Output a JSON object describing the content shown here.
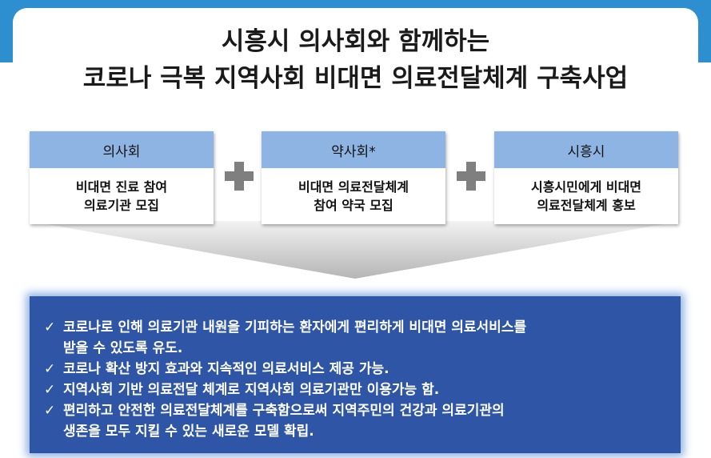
{
  "title": {
    "line1": "시흥시 의사회와 함께하는",
    "line2": "코로나 극복 지역사회 비대면 의료전달체계 구축사업"
  },
  "boxes": [
    {
      "header": "의사회",
      "body_lines": [
        "비대면 진료 참여",
        "의료기관 모집"
      ]
    },
    {
      "header": "약사회*",
      "body_lines": [
        "비대면 의료전달체계",
        "참여 약국 모집"
      ]
    },
    {
      "header": "시흥시",
      "body_lines": [
        "시흥시민에게 비대면",
        "의료전달체계 홍보"
      ]
    }
  ],
  "checkmark": "✓",
  "bullets": [
    {
      "lines": [
        "코로나로 인해 의료기관 내원을 기피하는 환자에게 편리하게 비대면 의료서비스를",
        "받을 수 있도록 유도."
      ]
    },
    {
      "lines": [
        "코로나 확산 방지 효과와 지속적인 의료서비스 제공 가능."
      ]
    },
    {
      "lines": [
        "지역사회 기반 의료전달 체계로 지역사회 의료기관만 이용가능 함."
      ]
    },
    {
      "lines": [
        "편리하고 안전한 의료전달체계를 구축함으로써 지역주민의 건강과 의료기관의",
        "생존을 모두 지킬 수 있는 새로운 모델 확립."
      ]
    }
  ],
  "colors": {
    "top_bar": "#2e8fd0",
    "box_header": "#8eb4e3",
    "panel": "#2f56a6",
    "plus": "#7f7f7f"
  }
}
